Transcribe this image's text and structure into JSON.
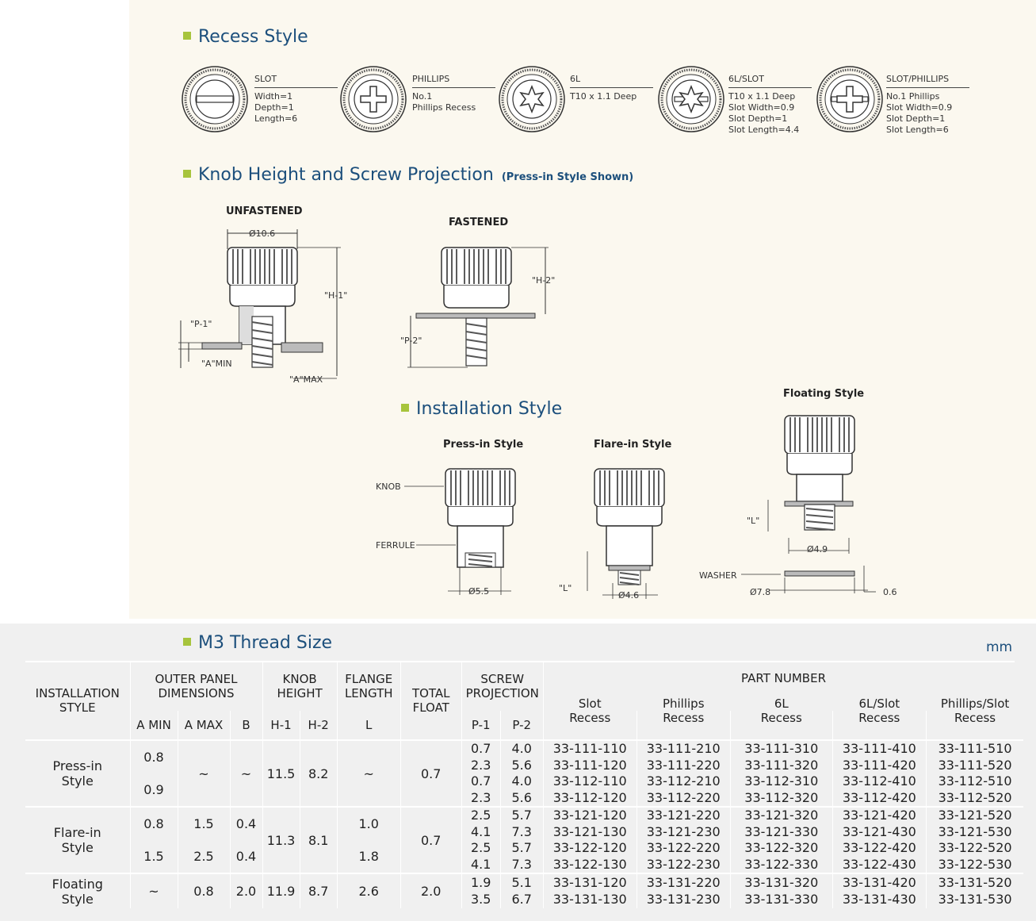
{
  "recess": {
    "title": "Recess Style",
    "items": [
      {
        "name": "SLOT",
        "lines": [
          "Width=1",
          "Depth=1",
          "Length=6"
        ]
      },
      {
        "name": "PHILLIPS",
        "lines": [
          "No.1",
          "Phillips Recess"
        ]
      },
      {
        "name": "6L",
        "lines": [
          "T10 x 1.1 Deep"
        ]
      },
      {
        "name": "6L/SLOT",
        "lines": [
          "T10 x 1.1 Deep",
          "Slot Width=0.9",
          "Slot Depth=1",
          "Slot Length=4.4"
        ]
      },
      {
        "name": "SLOT/PHILLIPS",
        "lines": [
          "No.1 Phillips",
          "Slot Width=0.9",
          "Slot Depth=1",
          "Slot Length=6"
        ]
      }
    ]
  },
  "knob": {
    "title": "Knob Height and Screw Projection",
    "subtitle": "(Press-in Style Shown)",
    "unfastened": "UNFASTENED",
    "fastened": "FASTENED",
    "dia": "Ø10.6",
    "h1": "\"H-1\"",
    "h2": "\"H-2\"",
    "p1": "\"P-1\"",
    "p2": "\"P-2\"",
    "amin": "\"A\"MIN",
    "amax": "\"A\"MAX"
  },
  "install": {
    "title": "Installation Style",
    "press": "Press-in Style",
    "flare": "Flare-in Style",
    "floating": "Floating Style",
    "knob": "KNOB",
    "ferrule": "FERRULE",
    "washer": "WASHER",
    "d55": "Ø5.5",
    "d46": "Ø4.6",
    "d49": "Ø4.9",
    "d78": "Ø7.8",
    "l": "\"L\"",
    "t06": "0.6"
  },
  "table": {
    "title": "M3 Thread Size",
    "unit": "mm",
    "headers": {
      "install": "INSTALLATION STYLE",
      "outer": "OUTER PANEL DIMENSIONS",
      "knob": "KNOB HEIGHT",
      "flange": "FLANGE LENGTH",
      "total": "TOTAL FLOAT",
      "screw": "SCREW PROJECTION",
      "part": "PART NUMBER",
      "amin": "A MIN",
      "amax": "A MAX",
      "b": "B",
      "h1": "H-1",
      "h2": "H-2",
      "l": "L",
      "p1": "P-1",
      "p2": "P-2",
      "recesses": [
        "Slot Recess",
        "Phillips Recess",
        "6L Recess",
        "6L/Slot Recess",
        "Phillips/Slot Recess"
      ]
    },
    "groups": [
      {
        "style": "Press-in Style",
        "amin": [
          "0.8",
          "0.9"
        ],
        "amax": [
          "~"
        ],
        "b": [
          "~"
        ],
        "h1": "11.5",
        "h2": "8.2",
        "flange": [
          "~"
        ],
        "float": "0.7",
        "p1": [
          "0.7",
          "2.3",
          "0.7",
          "2.3"
        ],
        "p2": [
          "4.0",
          "5.6",
          "4.0",
          "5.6"
        ],
        "parts": [
          [
            "33-111-110",
            "33-111-120",
            "33-112-110",
            "33-112-120"
          ],
          [
            "33-111-210",
            "33-111-220",
            "33-112-210",
            "33-112-220"
          ],
          [
            "33-111-310",
            "33-111-320",
            "33-112-310",
            "33-112-320"
          ],
          [
            "33-111-410",
            "33-111-420",
            "33-112-410",
            "33-112-420"
          ],
          [
            "33-111-510",
            "33-111-520",
            "33-112-510",
            "33-112-520"
          ]
        ]
      },
      {
        "style": "Flare-in Style",
        "amin": [
          "0.8",
          "1.5"
        ],
        "amax": [
          "1.5",
          "2.5"
        ],
        "b": [
          "0.4",
          "0.4"
        ],
        "h1": "11.3",
        "h2": "8.1",
        "flange": [
          "1.0",
          "1.8"
        ],
        "float": "0.7",
        "p1": [
          "2.5",
          "4.1",
          "2.5",
          "4.1"
        ],
        "p2": [
          "5.7",
          "7.3",
          "5.7",
          "7.3"
        ],
        "parts": [
          [
            "33-121-120",
            "33-121-130",
            "33-122-120",
            "33-122-130"
          ],
          [
            "33-121-220",
            "33-121-230",
            "33-122-220",
            "33-122-230"
          ],
          [
            "33-121-320",
            "33-121-330",
            "33-122-320",
            "33-122-330"
          ],
          [
            "33-121-420",
            "33-121-430",
            "33-122-420",
            "33-122-430"
          ],
          [
            "33-121-520",
            "33-121-530",
            "33-122-520",
            "33-122-530"
          ]
        ]
      },
      {
        "style": "Floating Style",
        "amin": [
          "~"
        ],
        "amax": [
          "0.8"
        ],
        "b": [
          "2.0"
        ],
        "h1": "11.9",
        "h2": "8.7",
        "flange": [
          "2.6"
        ],
        "float": "2.0",
        "p1": [
          "1.9",
          "3.5"
        ],
        "p2": [
          "5.1",
          "6.7"
        ],
        "parts": [
          [
            "33-131-120",
            "33-131-130"
          ],
          [
            "33-131-220",
            "33-131-230"
          ],
          [
            "33-131-320",
            "33-131-330"
          ],
          [
            "33-131-420",
            "33-131-430"
          ],
          [
            "33-131-520",
            "33-131-530"
          ]
        ]
      }
    ]
  }
}
